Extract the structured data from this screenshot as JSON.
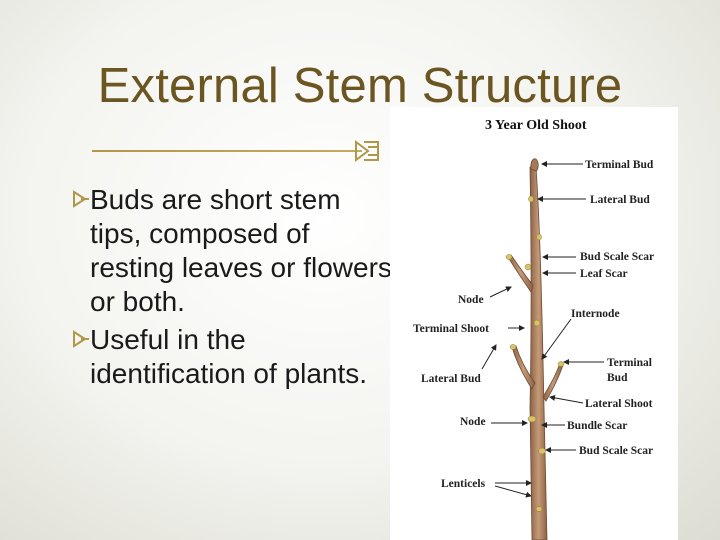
{
  "slide": {
    "title": "External Stem Structure",
    "bullets": [
      "Buds are short stem tips, composed of resting leaves or flowers or both.",
      "Useful in the identification of plants."
    ]
  },
  "figure": {
    "title": "3 Year Old Shoot",
    "labels": {
      "terminal_bud": "Terminal Bud",
      "lateral_bud_top": "Lateral Bud",
      "bud_scale_scar_top": "Bud Scale Scar",
      "leaf_scar": "Leaf Scar",
      "node_top": "Node",
      "internode": "Internode",
      "terminal_shoot": "Terminal Shoot",
      "terminal_bud_2_line1": "Terminal",
      "terminal_bud_2_line2": "Bud",
      "lateral_bud_left": "Lateral Bud",
      "lateral_shoot": "Lateral Shoot",
      "node_bottom": "Node",
      "bundle_scar": "Bundle Scar",
      "bud_scale_scar_bottom": "Bud Scale Scar",
      "lenticels": "Lenticels"
    }
  },
  "colors": {
    "title": "#6b5622",
    "accent": "#b0984a",
    "stem": "#b58a68"
  }
}
